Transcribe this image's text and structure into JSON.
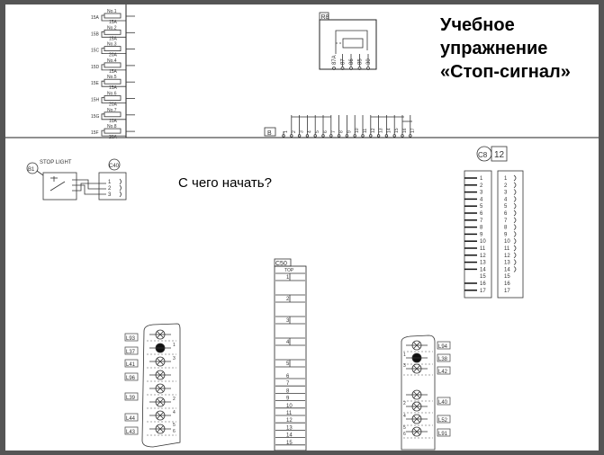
{
  "slide": {
    "title_lines": [
      "Учебное",
      "упражнение",
      "«Стоп-сигнал»"
    ],
    "question": "С чего начать?"
  },
  "fuse_box": {
    "fuses": [
      {
        "circuit": "15A",
        "number": "No.1",
        "rating": "15A"
      },
      {
        "circuit": "15B",
        "number": "No.2",
        "rating": "15A"
      },
      {
        "circuit": "15C",
        "number": "No.3",
        "rating": "20A"
      },
      {
        "circuit": "15D",
        "number": "No.4",
        "rating": "15A"
      },
      {
        "circuit": "15E",
        "number": "No.5",
        "rating": "15A"
      },
      {
        "circuit": "15H",
        "number": "No.6",
        "rating": "20A"
      },
      {
        "circuit": "15G",
        "number": "No.7",
        "rating": "10A"
      },
      {
        "circuit": "15F",
        "number": "No.8",
        "rating": "20A"
      }
    ]
  },
  "relay": {
    "label": "R8",
    "pins": [
      "87A",
      "87",
      "86",
      "85",
      "30"
    ]
  },
  "bus_connector": {
    "label": "B",
    "pins": [
      "1",
      "2",
      "3",
      "4",
      "5",
      "6",
      "7",
      "8",
      "9",
      "10",
      "11",
      "12",
      "13",
      "14",
      "15",
      "16",
      "17"
    ]
  },
  "stop_light_switch": {
    "title": "STOP LIGHT",
    "switch_label": "B1",
    "connector_label": "C40",
    "pins": [
      "1",
      "2",
      "3"
    ]
  },
  "connector_c8": {
    "label": "C8",
    "pin_count_label": "12",
    "pins": [
      "1",
      "2",
      "3",
      "4",
      "5",
      "6",
      "7",
      "8",
      "9",
      "10",
      "11",
      "12",
      "13",
      "14",
      "15",
      "16",
      "17"
    ]
  },
  "connector_c50": {
    "label": "C50",
    "top_label": "TOP",
    "pins": [
      "1",
      "2",
      "3",
      "4",
      "5",
      "6",
      "7",
      "8",
      "9",
      "10",
      "11",
      "12",
      "13",
      "14",
      "15"
    ]
  },
  "left_lamp_cluster": {
    "lamps": [
      "L93",
      "L37",
      "L41",
      "L96",
      "L39",
      "L44",
      "L43"
    ],
    "pins": [
      "1",
      "3",
      "2",
      "4",
      "5",
      "6"
    ]
  },
  "right_lamp_cluster": {
    "lamps": [
      "L94",
      "L38",
      "L42",
      "L40",
      "L52",
      "L91"
    ],
    "pins": [
      "1",
      "3",
      "2",
      "4",
      "5",
      "6"
    ]
  }
}
